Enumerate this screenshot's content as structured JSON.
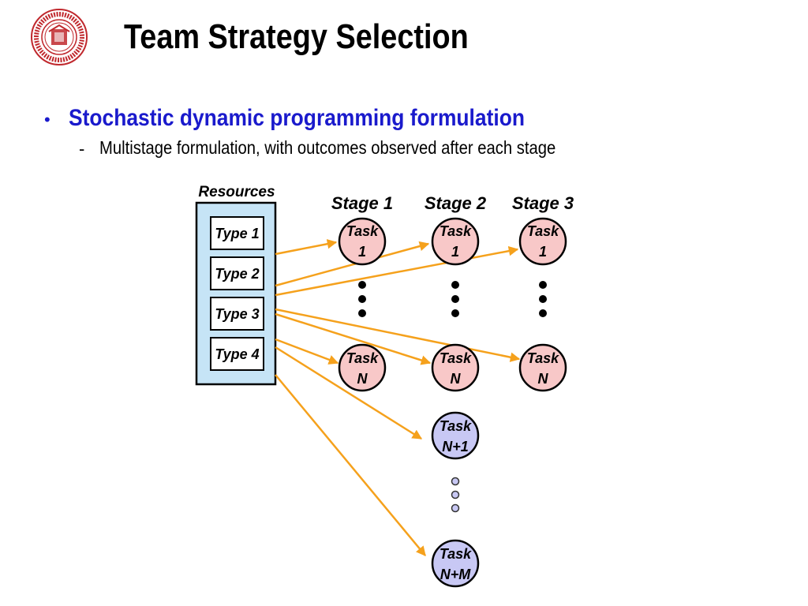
{
  "title": "Team Strategy Selection",
  "bullet": {
    "text": "Stochastic dynamic programming formulation",
    "sub": "Multistage formulation, with outcomes observed after each stage"
  },
  "logo": {
    "icon": "university-seal-icon",
    "color": "#c0282d"
  },
  "diagram": {
    "resources_label": "Resources",
    "types": [
      "Type 1",
      "Type 2",
      "Type 3",
      "Type 4"
    ],
    "stages": [
      "Stage 1",
      "Stage 2",
      "Stage 3"
    ],
    "task_top": [
      "Task",
      "1"
    ],
    "task_bottom": [
      "Task",
      "N"
    ],
    "task_extra": [
      [
        "Task",
        "N+1"
      ],
      [
        "Task",
        "N+M"
      ]
    ],
    "colors": {
      "resources_fill": "#c6e4f6",
      "task_fill": "#f8c8c8",
      "extra_fill": "#c8c8f4",
      "arrow": "#f5a11c"
    }
  }
}
